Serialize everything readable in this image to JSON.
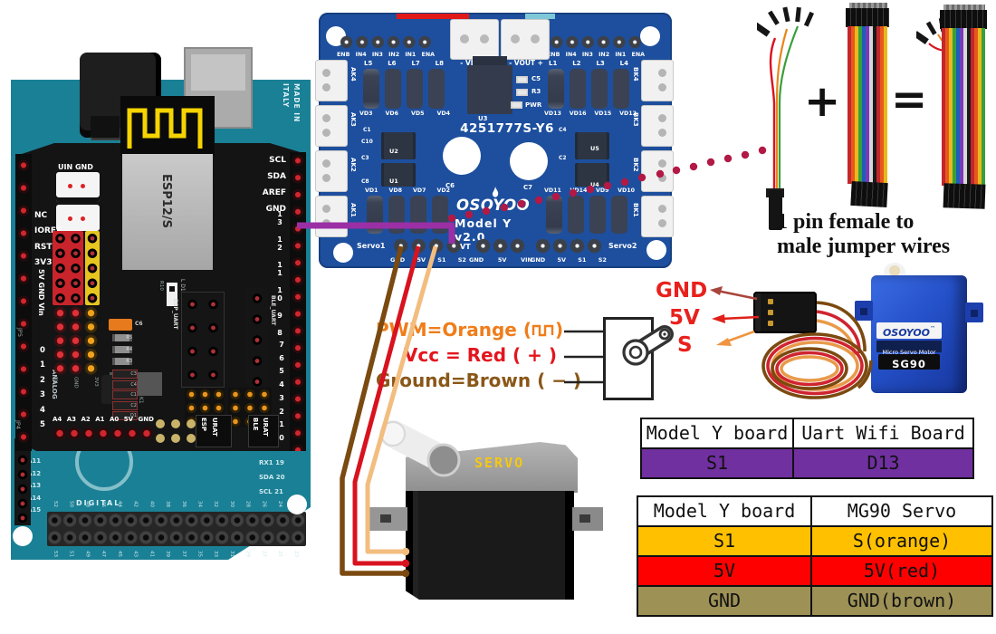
{
  "mega_board": {
    "made_in": [
      "MADE IN",
      "ITALY"
    ],
    "digital_label": "DIGITAL",
    "analog_labels": [
      "A11",
      "A12",
      "A13",
      "A14",
      "A15"
    ],
    "comm_labels": [
      "RX1 19",
      "SDA 20",
      "SCL 21"
    ],
    "digital_numbers_top": [
      "52",
      "50",
      "48",
      "46",
      "44",
      "42",
      "40",
      "38",
      "36",
      "34",
      "32",
      "30",
      "28",
      "26",
      "24",
      "22"
    ],
    "digital_numbers_bottom": [
      "53",
      "51",
      "49",
      "47",
      "45",
      "43",
      "41",
      "39",
      "37",
      "35",
      "33",
      "31",
      "29",
      "27",
      "25",
      "23"
    ]
  },
  "wifi_shield": {
    "module_label": "ESP12/S",
    "vin_gnd_label": "UIN GND",
    "left_labels": [
      "NC",
      "IOREF",
      "RST",
      "3V3"
    ],
    "left_vertical_label": "5V GND Vin",
    "jp5_label": "JP5",
    "jp4_label": "JP4",
    "jp2_label": "JP2",
    "analog_numbers": [
      "0",
      "1",
      "2",
      "3",
      "4",
      "5"
    ],
    "analog_label": "ANALOG",
    "rail_labels": [
      "5V",
      "GND",
      "3V3"
    ],
    "k1_label": "K1",
    "bottom_labels": [
      "A4",
      "A3",
      "A2",
      "A1",
      "A0",
      "5V",
      "GND"
    ],
    "right_labels": [
      "SCL",
      "SDA",
      "AREF",
      "GND"
    ],
    "pin_numbers_upper": [
      "13",
      "12",
      "11",
      "10",
      "9",
      "8"
    ],
    "pin_numbers_lower": [
      "7",
      "6",
      "5",
      "4",
      "3",
      "2",
      "1",
      "0"
    ],
    "esp_uart_label": "ESP_UART",
    "ble_uart_label": "BLE_UART",
    "led_label": "L D13",
    "r10_label": "R10",
    "c6_label": "C6",
    "resistor_labels": [
      "R5",
      "R4",
      "R3"
    ],
    "cap_labels": [
      "C3",
      "C4",
      "C1",
      "C2",
      "D1"
    ],
    "esp_urat_box": [
      "ESP",
      "URAT"
    ],
    "ble_urat_box": [
      "BLE",
      "URAT"
    ]
  },
  "driver_board": {
    "brand": "OSOYOO",
    "model_label": "Model Y v2.0",
    "chip_label": "4251777S-Y6",
    "u3_label": "U3",
    "header_pins": [
      "ENB",
      "IN4",
      "IN3",
      "IN2",
      "IN1",
      "ENA"
    ],
    "vin_label": "- VIN +",
    "vout_label": "- VOUT +",
    "left_connectors": [
      "AK4",
      "AK3",
      "AK2",
      "AK1"
    ],
    "right_connectors": [
      "BK4",
      "BK3",
      "BK2",
      "BK1"
    ],
    "coils_left": [
      "L5",
      "L6",
      "L7",
      "L8"
    ],
    "coils_right": [
      "L1",
      "L2",
      "L3",
      "L4"
    ],
    "diodes_top_left": [
      "VD3",
      "VD6",
      "VD5",
      "VD4"
    ],
    "diodes_top_right": [
      "VD13",
      "VD16",
      "VD15",
      "VD12"
    ],
    "diodes_mid_left": [
      "VD1",
      "VD8",
      "VD7",
      "VD2"
    ],
    "diodes_mid_right": [
      "VD11",
      "VD14",
      "VD9",
      "VD10"
    ],
    "c5": "C5",
    "r3": "R3",
    "pwr": "PWR",
    "c6": "C6",
    "c7": "C7",
    "c1": "C1",
    "c10": "C10",
    "u2": "U2",
    "c3": "C3",
    "c8": "C8",
    "u1": "U1",
    "c4": "C4",
    "u5": "U5",
    "c2": "C2",
    "u4": "U4",
    "servo1_label": "Servo1",
    "servo2_label": "Servo2",
    "vt_label": "VT",
    "servo1_pins": [
      "GND",
      "5V",
      "S1",
      "S2"
    ],
    "vt_pins": [
      "GND",
      "5V",
      "VIN"
    ],
    "servo2_pins": [
      "GND",
      "5V",
      "S1",
      "S2"
    ]
  },
  "jumpers": {
    "plus": "+",
    "equals": "=",
    "caption": [
      "1 pin female to",
      "male jumper wires"
    ]
  },
  "servo_wiring": {
    "labels": [
      "GND",
      "5V",
      "S"
    ]
  },
  "sg90": {
    "brand": "OSOYOO",
    "tm": "™",
    "type": "Micro Servo Motor",
    "model": "SG90"
  },
  "legend": {
    "pwm_prefix": "PWM=Orange (",
    "pwm_suffix": ")",
    "vcc": "Vcc = Red ( + )",
    "ground": "Ground=Brown ( − )"
  },
  "black_servo": {
    "label": "SERVO"
  },
  "tables": {
    "uart": {
      "headers": [
        "Model Y board",
        "Uart Wifi Board"
      ],
      "rows": [
        {
          "a": "S1",
          "b": "D13",
          "color": "#7030a0"
        }
      ]
    },
    "servo": {
      "headers": [
        "Model Y board",
        "MG90 Servo"
      ],
      "rows": [
        {
          "a": "S1",
          "b": "S(orange)",
          "color": "#ffc000"
        },
        {
          "a": "5V",
          "b": "5V(red)",
          "color": "#fe0000"
        },
        {
          "a": "GND",
          "b": "GND(brown)",
          "color": "#9d9156"
        }
      ]
    }
  },
  "colors": {
    "wire_purple": "#9b2fa5",
    "wire_brown": "#7a4a10",
    "wire_red": "#d8121f",
    "wire_orange": "#f2bd7e",
    "dotted_line": "#b21945",
    "board_blue": "#1d4f9e",
    "board_teal": "#1a8095",
    "label_red": "#e8211d",
    "legend_orange": "#ef7d1a",
    "legend_red": "#e3151d",
    "legend_brown": "#8a5718"
  }
}
